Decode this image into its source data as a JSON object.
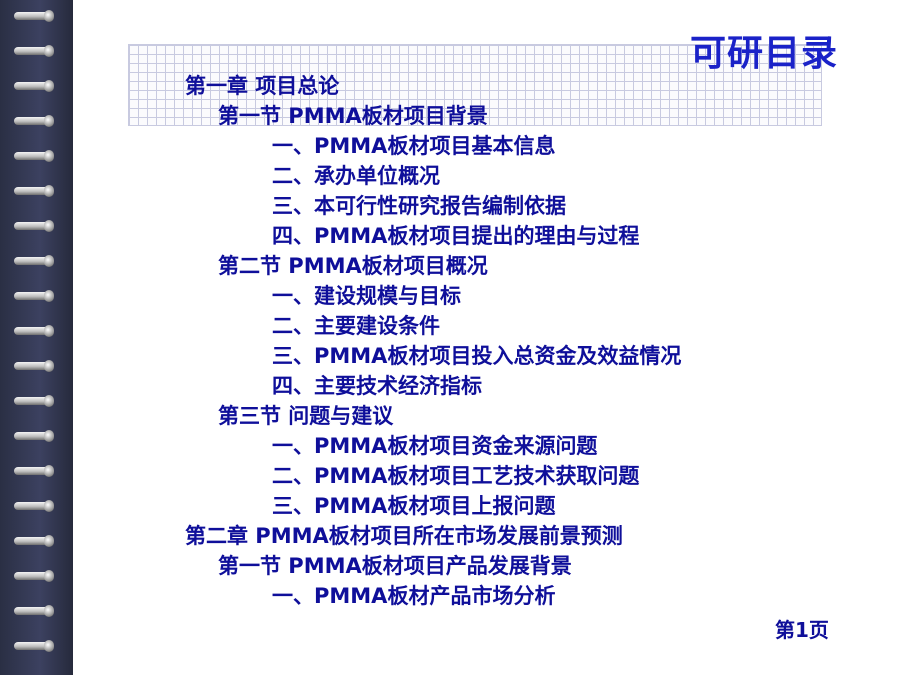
{
  "title": "可研目录",
  "toc": [
    "第一章 项目总论",
    "第一节 PMMA板材项目背景",
    "一、PMMA板材项目基本信息",
    "二、承办单位概况",
    "三、本可行性研究报告编制依据",
    "四、PMMA板材项目提出的理由与过程",
    "第二节 PMMA板材项目概况",
    "一、建设规模与目标",
    "二、主要建设条件",
    "三、PMMA板材项目投入总资金及效益情况",
    "四、主要技术经济指标",
    "第三节 问题与建议",
    "一、PMMA板材项目资金来源问题",
    "二、PMMA板材项目工艺技术获取问题",
    "三、PMMA板材项目上报问题",
    "第二章 PMMA板材项目所在市场发展前景预测",
    "第一节 PMMA板材项目产品发展背景",
    "一、PMMA板材产品市场分析"
  ],
  "page_label": "第1页"
}
